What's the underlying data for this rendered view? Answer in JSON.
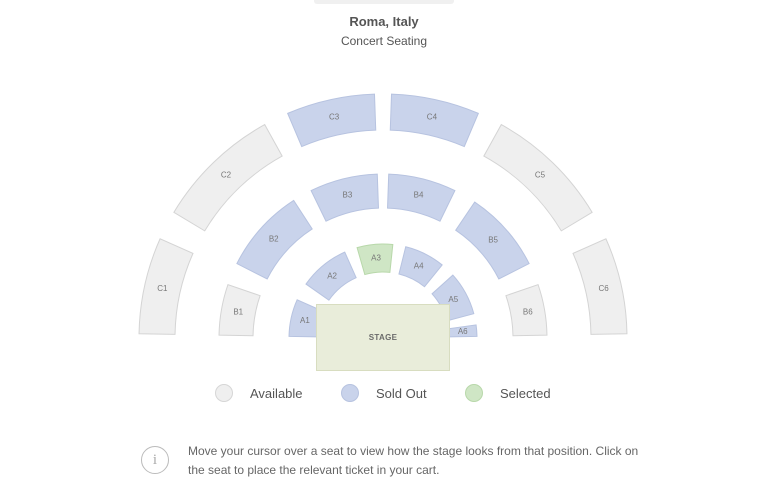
{
  "header": {
    "title": "Roma, Italy",
    "subtitle": "Concert Seating"
  },
  "stage": {
    "label": "STAGE"
  },
  "colors": {
    "available": "#efefef",
    "sold_out": "#c9d3eb",
    "selected": "#cfe6c5",
    "stage": "#e9edda"
  },
  "sections": [
    {
      "id": "A1",
      "status": "sold_out"
    },
    {
      "id": "A2",
      "status": "sold_out"
    },
    {
      "id": "A3",
      "status": "selected"
    },
    {
      "id": "A4",
      "status": "sold_out"
    },
    {
      "id": "A5",
      "status": "sold_out"
    },
    {
      "id": "A6",
      "status": "sold_out"
    },
    {
      "id": "B1",
      "status": "available"
    },
    {
      "id": "B2",
      "status": "sold_out"
    },
    {
      "id": "B3",
      "status": "sold_out"
    },
    {
      "id": "B4",
      "status": "sold_out"
    },
    {
      "id": "B5",
      "status": "sold_out"
    },
    {
      "id": "B6",
      "status": "available"
    },
    {
      "id": "C1",
      "status": "available"
    },
    {
      "id": "C2",
      "status": "available"
    },
    {
      "id": "C3",
      "status": "sold_out"
    },
    {
      "id": "C4",
      "status": "sold_out"
    },
    {
      "id": "C5",
      "status": "available"
    },
    {
      "id": "C6",
      "status": "available"
    }
  ],
  "legend": {
    "available": "Available",
    "sold_out": "Sold Out",
    "selected": "Selected"
  },
  "info": {
    "icon": "info-icon",
    "text": "Move your cursor over a seat to view how the stage looks from that position. Click on the seat to place the relevant ticket in your cart."
  }
}
